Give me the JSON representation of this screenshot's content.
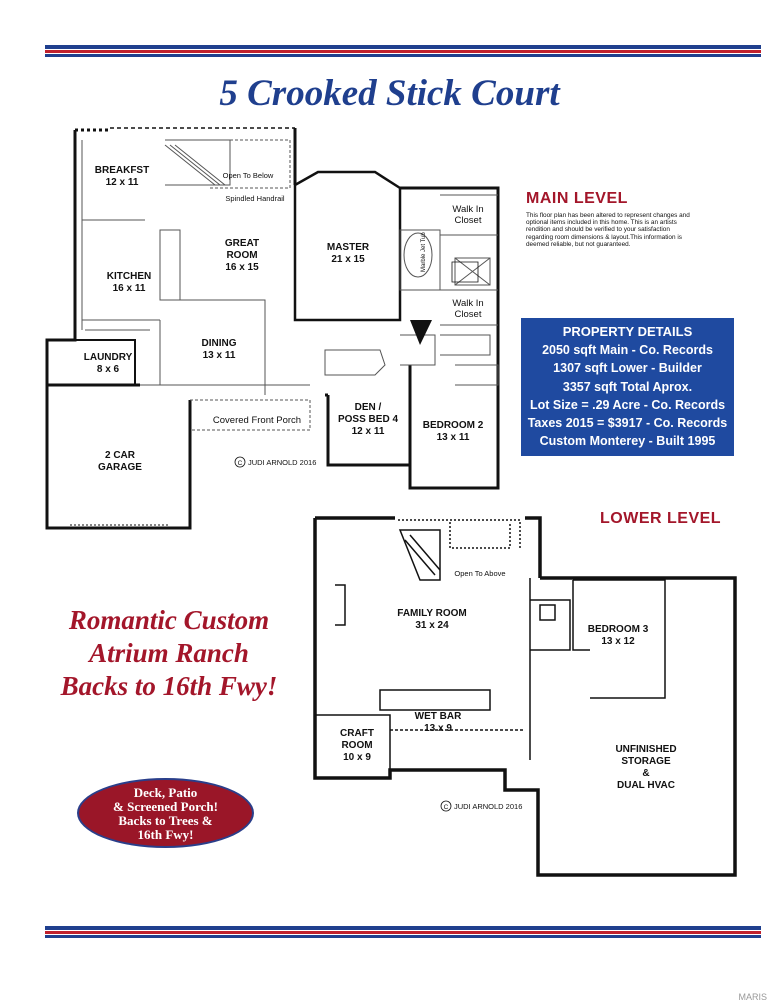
{
  "header": {
    "title": "5 Crooked Stick Court"
  },
  "main_level": {
    "title": "MAIN LEVEL",
    "disclaimer": "This floor plan has been altered to represent changes and optional items included in this home. This is an artists rendition and should be verified to your satisfaction regarding room dimensions & layout.This information is deemed reliable, but not guaranteed.",
    "rooms": {
      "breakfast": {
        "name": "BREAKFST",
        "size": "12 x 11"
      },
      "great_room": {
        "name1": "GREAT",
        "name2": "ROOM",
        "size": "16 x 15"
      },
      "kitchen": {
        "name": "KITCHEN",
        "size": "16 x 11"
      },
      "dining": {
        "name": "DINING",
        "size": "13 x 11"
      },
      "laundry": {
        "name": "LAUNDRY",
        "size": "8 x 6"
      },
      "master": {
        "name": "MASTER",
        "size": "21 x 15"
      },
      "den": {
        "name1": "DEN /",
        "name2": "POSS BED 4",
        "size": "12 x 11"
      },
      "bedroom2": {
        "name": "BEDROOM 2",
        "size": "13 x 11"
      },
      "garage": {
        "name1": "2 CAR",
        "name2": "GARAGE"
      }
    },
    "notes": {
      "open_below": "Open To Below",
      "handrail": "Spindled Handrail",
      "closet1_a": "Walk In",
      "closet1_b": "Closet",
      "closet2_a": "Walk In",
      "closet2_b": "Closet",
      "tub": "Marble Jet Tub",
      "porch": "Covered Front Porch",
      "copyright": "JUDI ARNOLD 2016",
      "copyright_mark": "C"
    }
  },
  "property_details": {
    "title": "PROPERTY DETAILS",
    "lines": [
      "2050 sqft Main - Co. Records",
      "1307 sqft Lower - Builder",
      "3357 sqft Total Aprox.",
      "Lot Size = .29 Acre - Co. Records",
      "Taxes 2015 = $3917 - Co. Records",
      "Custom Monterey - Built 1995"
    ]
  },
  "lower_level": {
    "title": "LOWER LEVEL",
    "rooms": {
      "family": {
        "name": "FAMILY ROOM",
        "size": "31 x 24"
      },
      "bedroom3": {
        "name": "BEDROOM 3",
        "size": "13 x 12"
      },
      "wet_bar": {
        "name": "WET BAR",
        "size": "13 x 9"
      },
      "craft": {
        "name1": "CRAFT",
        "name2": "ROOM",
        "size": "10 x 9"
      },
      "storage": {
        "name1": "UNFINISHED",
        "name2": "STORAGE",
        "name3": "&",
        "name4": "DUAL HVAC"
      }
    },
    "notes": {
      "open_above": "Open To Above",
      "copyright": "JUDI ARNOLD 2016",
      "copyright_mark": "C"
    }
  },
  "tagline": [
    "Romantic Custom",
    "Atrium Ranch",
    "Backs to 16th Fwy!"
  ],
  "badge": [
    "Deck, Patio",
    "& Screened Porch!",
    "Backs to Trees &",
    "16th Fwy!"
  ],
  "watermark": "MARIS",
  "colors": {
    "brand_blue": "#1f3f8e",
    "brand_red": "#a3162a",
    "details_bg": "#1f4aa0"
  }
}
